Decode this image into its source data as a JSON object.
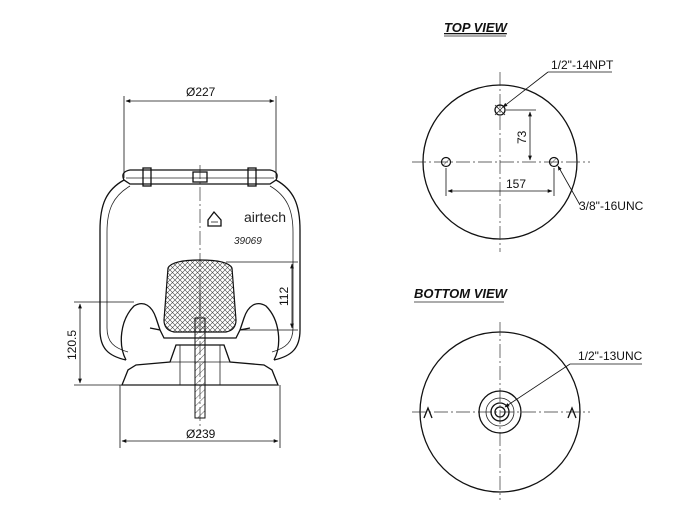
{
  "side_view": {
    "dim_top_diameter": "Ø227",
    "dim_bottom_diameter": "Ø239",
    "dim_piston_height": "112",
    "dim_mount_height": "120.5",
    "brand": "airtech",
    "part_number": "39069"
  },
  "top_view": {
    "title": "TOP VIEW",
    "port_label": "1/2\"-14NPT",
    "stud_label": "3/8\"-16UNC",
    "dim_offset": "73",
    "dim_stud_spacing": "157"
  },
  "bottom_view": {
    "title": "BOTTOM VIEW",
    "thread_label": "1/2\"-13UNC"
  }
}
